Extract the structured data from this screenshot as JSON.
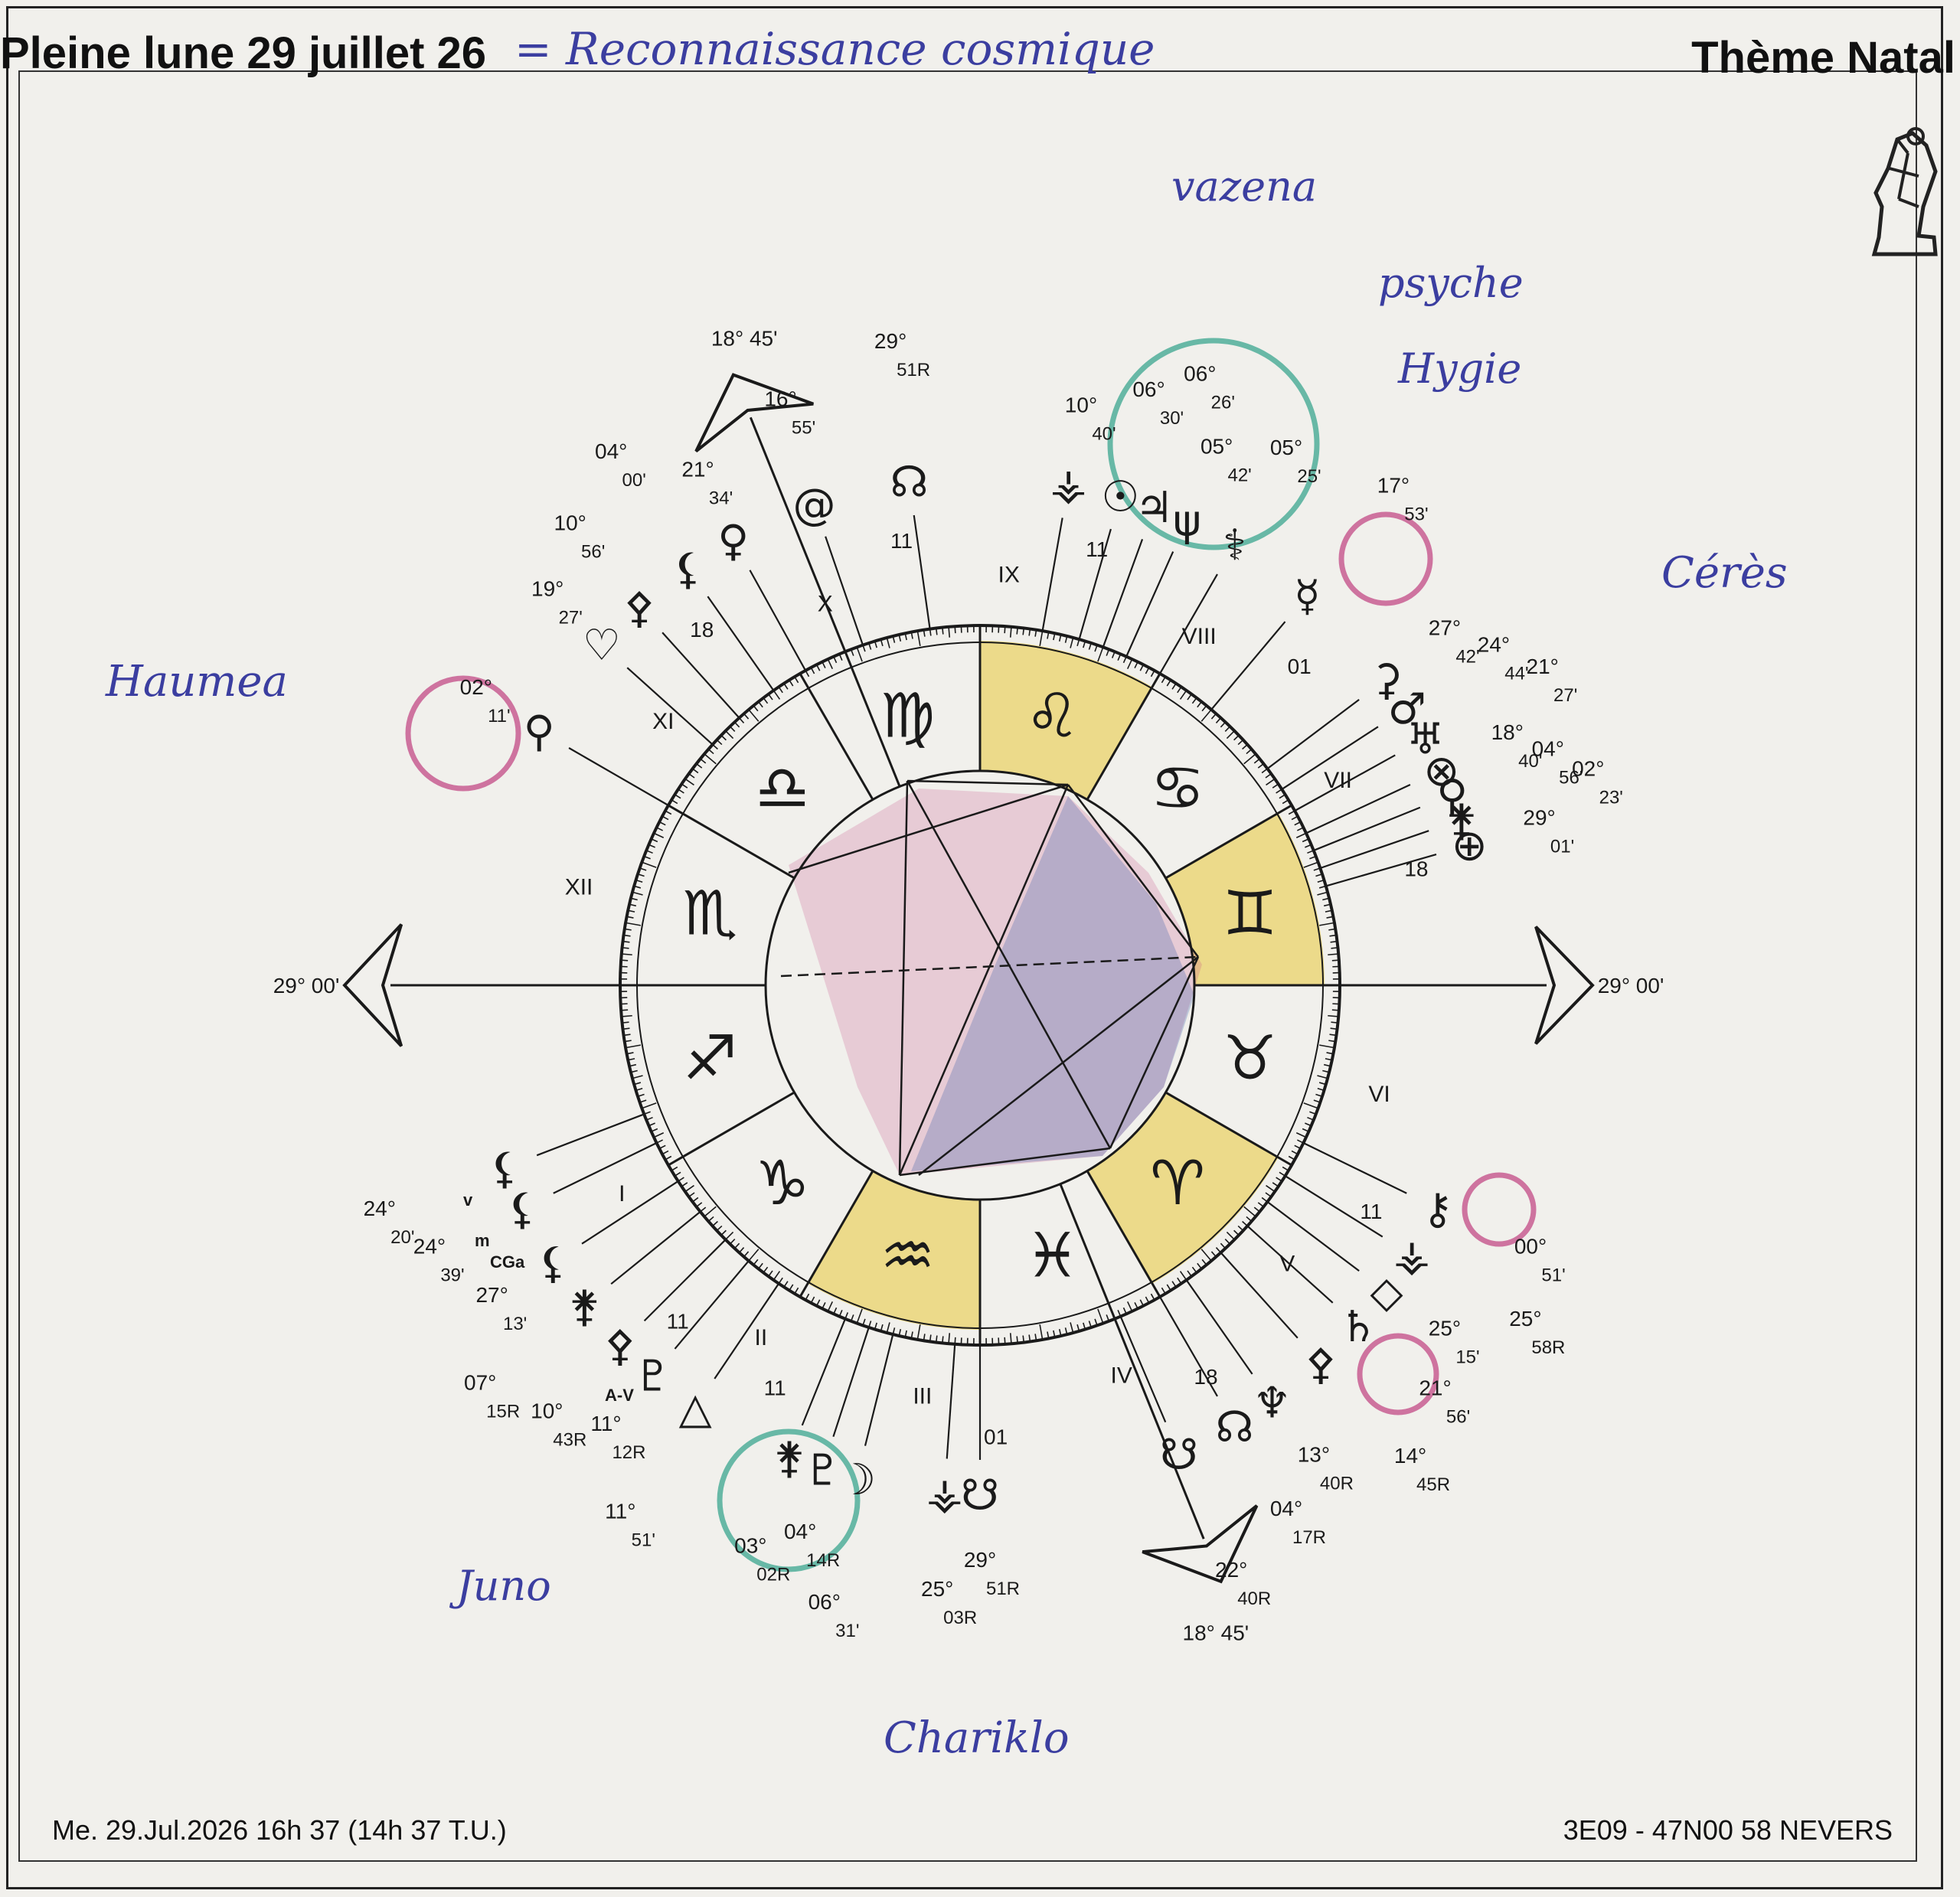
{
  "header": {
    "title": "Pleine lune 29 juillet 26",
    "chart_type": "Thème Natal",
    "handwritten_note": "= Reconnaissance cosmique"
  },
  "footer": {
    "datetime": "Me. 29.Jul.2026 16h 37 (14h 37 T.U.)",
    "location": "3E09 - 47N00  58 NEVERS"
  },
  "colors": {
    "ink": "#1a1a1a",
    "pen_blue": "#3b3ea0",
    "pencil_pink": "#c24a86",
    "pencil_teal": "#3aa58f",
    "pencil_yellow": "#e8c93a",
    "pencil_blue": "#3a5fa8"
  },
  "annotations": [
    {
      "text": "Haumea"
    },
    {
      "text": "vazena"
    },
    {
      "text": "psyche"
    },
    {
      "text": "Hygie"
    },
    {
      "text": "Cérès"
    },
    {
      "text": "Juno"
    },
    {
      "text": "Chariklo"
    }
  ],
  "houses": [
    "I",
    "II",
    "III",
    "IV",
    "V",
    "VI",
    "VII",
    "VIII",
    "IX",
    "X",
    "XI",
    "XII"
  ],
  "cusp_labels": [
    "11",
    "11",
    "01",
    "18",
    "11",
    "18",
    "01",
    "11",
    "11",
    "18"
  ],
  "zodiac": [
    {
      "sign": "Sagittarius",
      "glyph": "♐"
    },
    {
      "sign": "Capricorn",
      "glyph": "♑"
    },
    {
      "sign": "Aquarius",
      "glyph": "♒"
    },
    {
      "sign": "Pisces",
      "glyph": "♓"
    },
    {
      "sign": "Aries",
      "glyph": "♈"
    },
    {
      "sign": "Taurus",
      "glyph": "♉"
    },
    {
      "sign": "Gemini",
      "glyph": "♊"
    },
    {
      "sign": "Cancer",
      "glyph": "♋"
    },
    {
      "sign": "Leo",
      "glyph": "♌"
    },
    {
      "sign": "Virgo",
      "glyph": "♍"
    },
    {
      "sign": "Libra",
      "glyph": "♎"
    },
    {
      "sign": "Scorpio",
      "glyph": "♏"
    }
  ],
  "axes": {
    "asc": {
      "deg": "29°",
      "min": "00'"
    },
    "dsc": {
      "deg": "29°",
      "min": "00'"
    },
    "mc": {
      "deg": "18°",
      "min": "45'"
    },
    "ic": {
      "deg": "18°",
      "min": "45'"
    }
  },
  "bodies": [
    {
      "name": "Eros",
      "glyph": "♡",
      "deg": "19°",
      "min": "27'"
    },
    {
      "name": "Pallas-type",
      "glyph": "⚴",
      "deg": "10°",
      "min": "56'"
    },
    {
      "name": "Lilith",
      "glyph": "⚸",
      "deg": "04°",
      "min": "00'"
    },
    {
      "name": "Venus",
      "glyph": "♀",
      "deg": "21°",
      "min": "34'"
    },
    {
      "name": "Vertex",
      "glyph": "@",
      "deg": "16°",
      "min": "55'"
    },
    {
      "name": "North Node",
      "glyph": "☊",
      "deg": "29°",
      "min": "51R"
    },
    {
      "name": "Vesta",
      "glyph": "⚶",
      "deg": "10°",
      "min": "40'"
    },
    {
      "name": "Sun",
      "glyph": "☉",
      "deg": "06°",
      "min": "30'"
    },
    {
      "name": "Jupiter",
      "glyph": "♃",
      "deg": "06°",
      "min": "26'"
    },
    {
      "name": "Psyche",
      "glyph": "ψ",
      "deg": "05°",
      "min": "42'"
    },
    {
      "name": "Hygiea",
      "glyph": "⚕",
      "deg": "05°",
      "min": "25'"
    },
    {
      "name": "Mercury",
      "glyph": "☿",
      "deg": "17°",
      "min": "53'"
    },
    {
      "name": "Ceres",
      "glyph": "⚳",
      "deg": "27°",
      "min": "42'"
    },
    {
      "name": "Mars",
      "glyph": "♂",
      "deg": "24°",
      "min": "44'"
    },
    {
      "name": "Uranus",
      "glyph": "♅",
      "deg": "21°",
      "min": "27'"
    },
    {
      "name": "Part of Fortune",
      "glyph": "⊗",
      "deg": "18°",
      "min": "40'"
    },
    {
      "name": "Asteroid",
      "glyph": "⚲",
      "deg": "04°",
      "min": "56'"
    },
    {
      "name": "Body",
      "glyph": "⚵",
      "deg": "02°",
      "min": "23'"
    },
    {
      "name": "Body",
      "glyph": "⊕",
      "deg": "29°",
      "min": "01'"
    },
    {
      "name": "Chiron",
      "glyph": "⚷",
      "deg": "00°",
      "min": "51'"
    },
    {
      "name": "Body",
      "glyph": "⚶",
      "deg": "25°",
      "min": "58R"
    },
    {
      "name": "Body",
      "glyph": "◇",
      "deg": "25°",
      "min": "15'"
    },
    {
      "name": "Saturn",
      "glyph": "♄",
      "deg": "21°",
      "min": "56'"
    },
    {
      "name": "Body",
      "glyph": "⚴",
      "deg": "14°",
      "min": "45R"
    },
    {
      "name": "Neptune",
      "glyph": "♆",
      "deg": "13°",
      "min": "40R"
    },
    {
      "name": "Node",
      "glyph": "☊",
      "deg": "04°",
      "min": "17R"
    },
    {
      "name": "Body",
      "glyph": "☋",
      "deg": "22°",
      "min": "40R"
    },
    {
      "name": "South Node",
      "glyph": "☋",
      "deg": "29°",
      "min": "51R"
    },
    {
      "name": "Chariklo",
      "glyph": "⚶",
      "deg": "25°",
      "min": "03R"
    },
    {
      "name": "Moon",
      "glyph": "☽",
      "deg": "06°",
      "min": "31'"
    },
    {
      "name": "Pluto",
      "glyph": "♇",
      "deg": "04°",
      "min": "14R"
    },
    {
      "name": "Juno",
      "glyph": "⚵",
      "deg": "03°",
      "min": "02R"
    },
    {
      "name": "Body",
      "glyph": "△",
      "deg": "11°",
      "min": "51'"
    },
    {
      "name": "Pluto-type",
      "glyph": "♇",
      "deg": "11°",
      "min": "12R"
    },
    {
      "name": "Body",
      "glyph": "⚴",
      "deg": "10°",
      "min": "43R"
    },
    {
      "name": "Body",
      "glyph": "⚵",
      "deg": "07°",
      "min": "15R"
    },
    {
      "name": "Black Moon mean",
      "glyph": "⚸",
      "deg": "27°",
      "min": "13'"
    },
    {
      "name": "Black Moon true",
      "glyph": "⚸",
      "deg": "24°",
      "min": "39'"
    },
    {
      "name": "Black Moon v",
      "glyph": "⚸",
      "deg": "24°",
      "min": "20'"
    },
    {
      "name": "Haumea",
      "glyph": "⚲",
      "deg": "02°",
      "min": "11'"
    }
  ],
  "small_tags": [
    "v",
    "m",
    "CGa",
    "A-V"
  ]
}
